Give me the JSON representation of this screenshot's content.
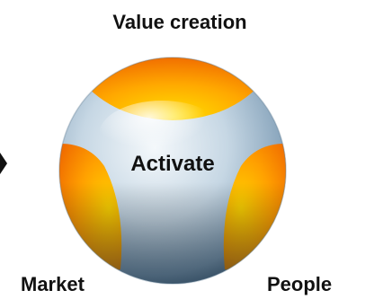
{
  "diagram": {
    "top_label": "Value creation",
    "left_label": "Market",
    "right_label": "People",
    "center_label": "Activate"
  },
  "colors": {
    "orange_light": "#ffd200",
    "orange_mid": "#ff9400",
    "orange_dark": "#d94a00",
    "silver_light": "#e8f1f7",
    "silver_mid": "#a6bdd0",
    "silver_dark": "#4e6c86"
  },
  "icons": {
    "left_edge": "arrow-tip-icon"
  }
}
